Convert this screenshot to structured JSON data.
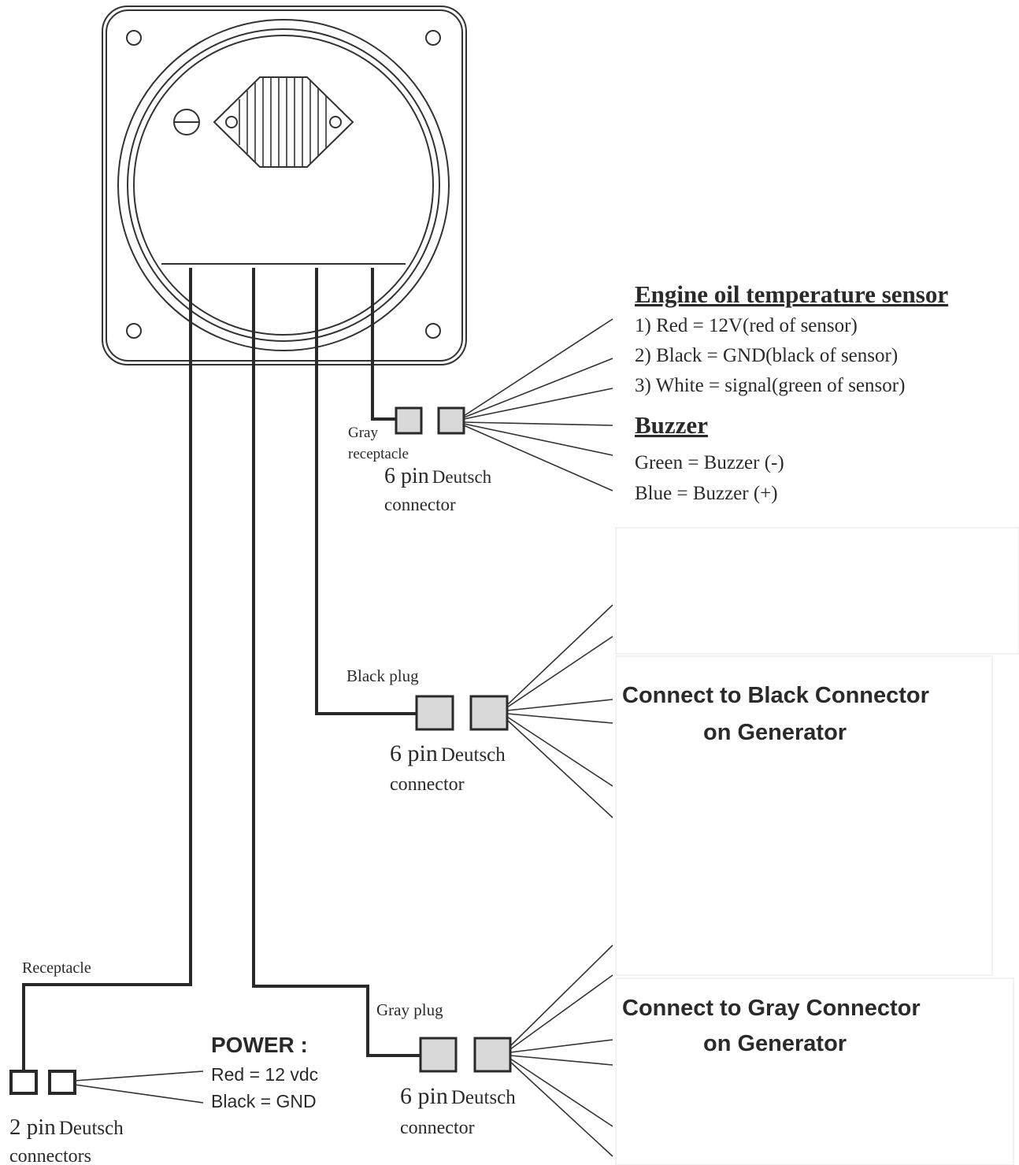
{
  "sensor": {
    "title": "Engine oil temperature sensor",
    "lines": [
      "1) Red = 12V(red of sensor)",
      "2) Black = GND(black of sensor)",
      "3) White = signal(green of sensor)"
    ]
  },
  "buzzer": {
    "title": "Buzzer",
    "lines": [
      "Green = Buzzer (-)",
      "Blue = Buzzer (+)"
    ]
  },
  "connector_top": {
    "label": "Gray receptacle",
    "label_line1": "Gray",
    "label_line2": "receptacle",
    "name_line1_a": "6 pin",
    "name_line1_b": "Deutsch",
    "name_line2": "connector"
  },
  "connector_middle": {
    "label": "Black plug",
    "name_line1_a": "6 pin",
    "name_line1_b": "Deutsch",
    "name_line2": "connector",
    "destination_line1": "Connect to Black Connector",
    "destination_line2": "on Generator"
  },
  "connector_bottom": {
    "label": "Gray plug",
    "name_line1_a": "6 pin",
    "name_line1_b": "Deutsch",
    "name_line2": "connector",
    "destination_line1": "Connect to Gray Connector",
    "destination_line2": "on Generator"
  },
  "power_connector": {
    "label": "Receptacle",
    "name_line1_a": "2 pin",
    "name_line1_b": "Deutsch",
    "name_line2": "connectors"
  },
  "power": {
    "title": "POWER :",
    "lines": [
      "Red = 12 vdc",
      "Black = GND"
    ]
  },
  "colors": {
    "ink": "#2a2a2a",
    "connector_fill": "#d9d9d9"
  },
  "icons": [
    "gauge-icon",
    "mounting-hole-icon",
    "connector-icon"
  ]
}
